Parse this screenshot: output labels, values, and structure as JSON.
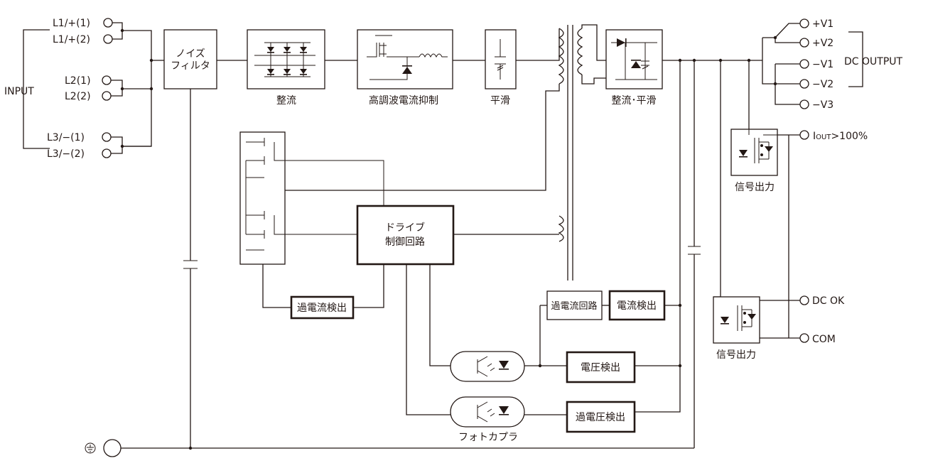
{
  "input": {
    "group_label": "INPUT",
    "terminals": [
      "L1/+(1)",
      "L1/+(2)",
      "L2(1)",
      "L2(2)",
      "L3/−(1)",
      "L3/−(2)"
    ]
  },
  "blocks": {
    "noise_filter": [
      "ノイズ",
      "フィルタ"
    ],
    "rectifier": "整流",
    "harmonic": "高調波電流抑制",
    "smoothing": "平滑",
    "out_rectifier": "整流･平滑",
    "drive": [
      "ドライブ",
      "制御回路"
    ],
    "overcurrent_detect": "過電流検出",
    "overcurrent_circuit": "過電流回路",
    "current_detect": "電流検出",
    "voltage_detect": "電圧検出",
    "overvoltage_detect": "過電圧検出",
    "photocoupler": "フォトカプラ",
    "signal_out_1": "信号出力",
    "signal_out_2": "信号出力"
  },
  "output": {
    "group_label": "DC OUTPUT",
    "terminals": [
      "+V1",
      "+V2",
      "−V1",
      "−V2",
      "−V3"
    ],
    "iout_main": "I",
    "iout_sub": "OUT",
    "iout_rest": ">100%",
    "dc_ok": "DC OK",
    "com": "COM"
  }
}
